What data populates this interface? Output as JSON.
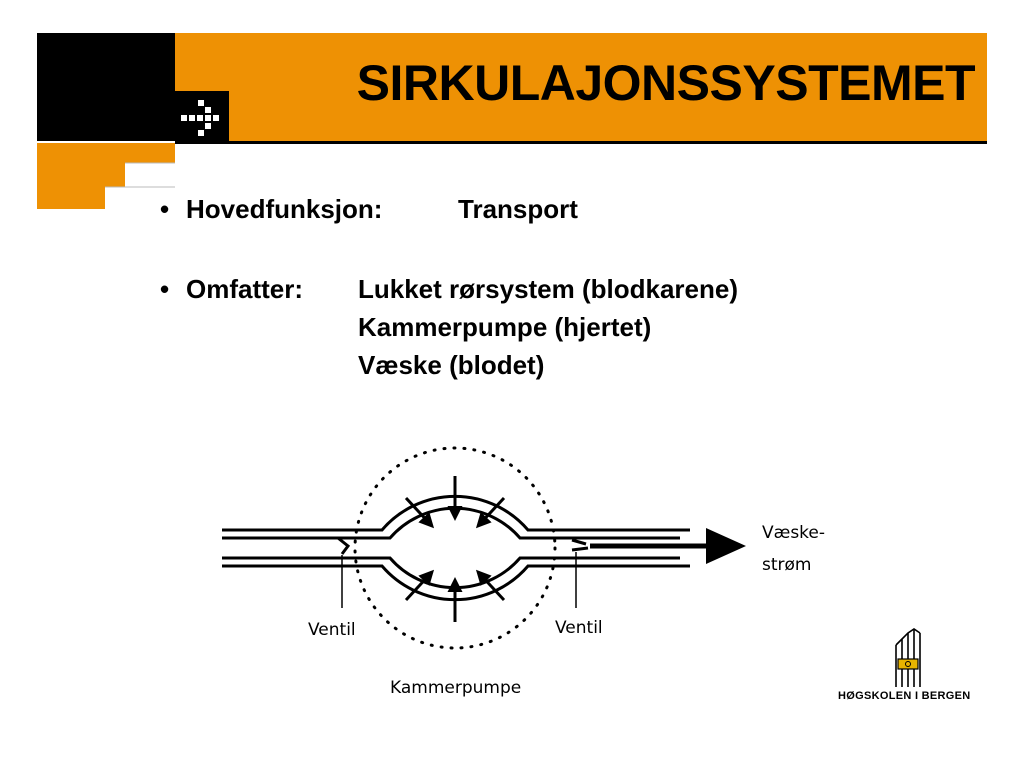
{
  "slide": {
    "title": "SIRKULAJONSSYSTEMET"
  },
  "bullets": [
    {
      "term": "Hovedfunksjon:",
      "details": [
        "Transport"
      ]
    },
    {
      "term": "Omfatter:",
      "details": [
        "Lukket rørsystem (blodkarene)",
        "Kammerpumpe (hjertet)",
        "Væske (blodet)"
      ]
    }
  ],
  "diagram": {
    "flow_label_line1": "Væske-",
    "flow_label_line2": "strøm",
    "valve_left_label": "Ventil",
    "valve_right_label": "Ventil",
    "pump_label": "Kammerpumpe"
  },
  "footer": {
    "institution": "HØGSKOLEN I BERGEN"
  },
  "colors": {
    "accent_orange": "#EE9104",
    "black": "#000000",
    "logo_yellow": "#E8B400"
  },
  "icons": {
    "header_arrow": "dotted-arrow-right-icon",
    "logo": "building-logo-icon"
  }
}
